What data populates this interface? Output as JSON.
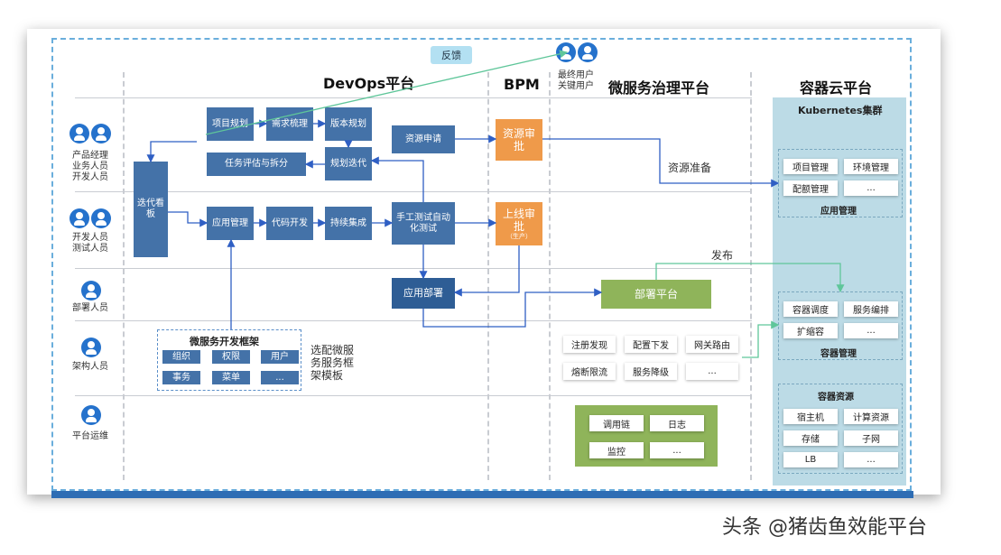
{
  "feedback": "反馈",
  "end_users": [
    "最终用户",
    "关键用户"
  ],
  "sections": {
    "devops": "DevOps平台",
    "bpm": "BPM",
    "micro": "微服务治理平台",
    "cloud": "容器云平台",
    "k8s": "Kubernetes集群"
  },
  "roles": [
    [
      "产品经理",
      "业务人员",
      "开发人员"
    ],
    [
      "开发人员",
      "测试人员"
    ],
    [
      "部署人员"
    ],
    [
      "架构人员"
    ],
    [
      "平台运维"
    ]
  ],
  "devops_boxes": {
    "project_plan": "项目规划",
    "req_sort": "需求梳理",
    "version_plan": "版本规划",
    "task_eval": "任务评估与拆分",
    "iter_plan": "规划迭代",
    "iter_board": "迭代看板",
    "app_mgmt": "应用管理",
    "code_dev": "代码开发",
    "ci": "持续集成",
    "res_apply": "资源申请",
    "test": "手工测试自动化测试",
    "app_deploy": "应用部署"
  },
  "bpm_boxes": {
    "res_approve": "资源审批",
    "online_approve": "上线审批",
    "online_note": "（生产）"
  },
  "labels": {
    "res_prepare": "资源准备",
    "publish": "发布",
    "deploy_platform": "部署平台",
    "template": "选配微服务服务框架模板"
  },
  "framework": {
    "title": "微服务开发框架",
    "items": [
      "组织",
      "权限",
      "用户",
      "事务",
      "菜单",
      "..."
    ]
  },
  "governance": [
    "注册发现",
    "配置下发",
    "网关路由",
    "熔断限流",
    "服务降级",
    "..."
  ],
  "observability": [
    "调用链",
    "日志",
    "监控",
    "..."
  ],
  "app_mgmt_group": {
    "title": "应用管理",
    "items": [
      "项目管理",
      "环境管理",
      "配额管理",
      "..."
    ]
  },
  "container_group": {
    "title": "容器管理",
    "items": [
      "容器调度",
      "服务编排",
      "扩缩容",
      "..."
    ]
  },
  "resource_group": {
    "title": "容器资源",
    "items": [
      "宿主机",
      "计算资源",
      "存储",
      "子网",
      "LB",
      "..."
    ]
  },
  "watermark": "头条 @猪齿鱼效能平台"
}
